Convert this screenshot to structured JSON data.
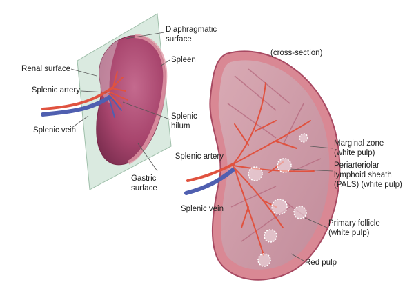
{
  "labels": {
    "diaphragmatic_surface": [
      "Diaphragmatic",
      "surface"
    ],
    "spleen": "Spleen",
    "renal_surface": "Renal surface",
    "splenic_artery_left": "Splenic artery",
    "splenic_vein_left": "Splenic vein",
    "splenic_hilum": [
      "Splenic",
      "hilum"
    ],
    "gastric_surface": [
      "Gastric",
      "surface"
    ],
    "cross_section": "(cross-section)",
    "splenic_artery_right": "Splenic artery",
    "splenic_vein_right": "Splenic vein",
    "marginal_zone": [
      "Marginal zone",
      "(white pulp)"
    ],
    "pals": [
      "Periarteriolar",
      "lymphoid sheath",
      "(PALS) (white pulp)"
    ],
    "primary_follicle": [
      "Primary follicle",
      "(white pulp)"
    ],
    "red_pulp": "Red pulp"
  },
  "colors": {
    "spleen_surface": "#b8527a",
    "capsule": "#d98894",
    "red_pulp": "#c79aa6",
    "artery": "#e0523f",
    "vein": "#4f5fb0",
    "plane": "#bcd8c6"
  }
}
